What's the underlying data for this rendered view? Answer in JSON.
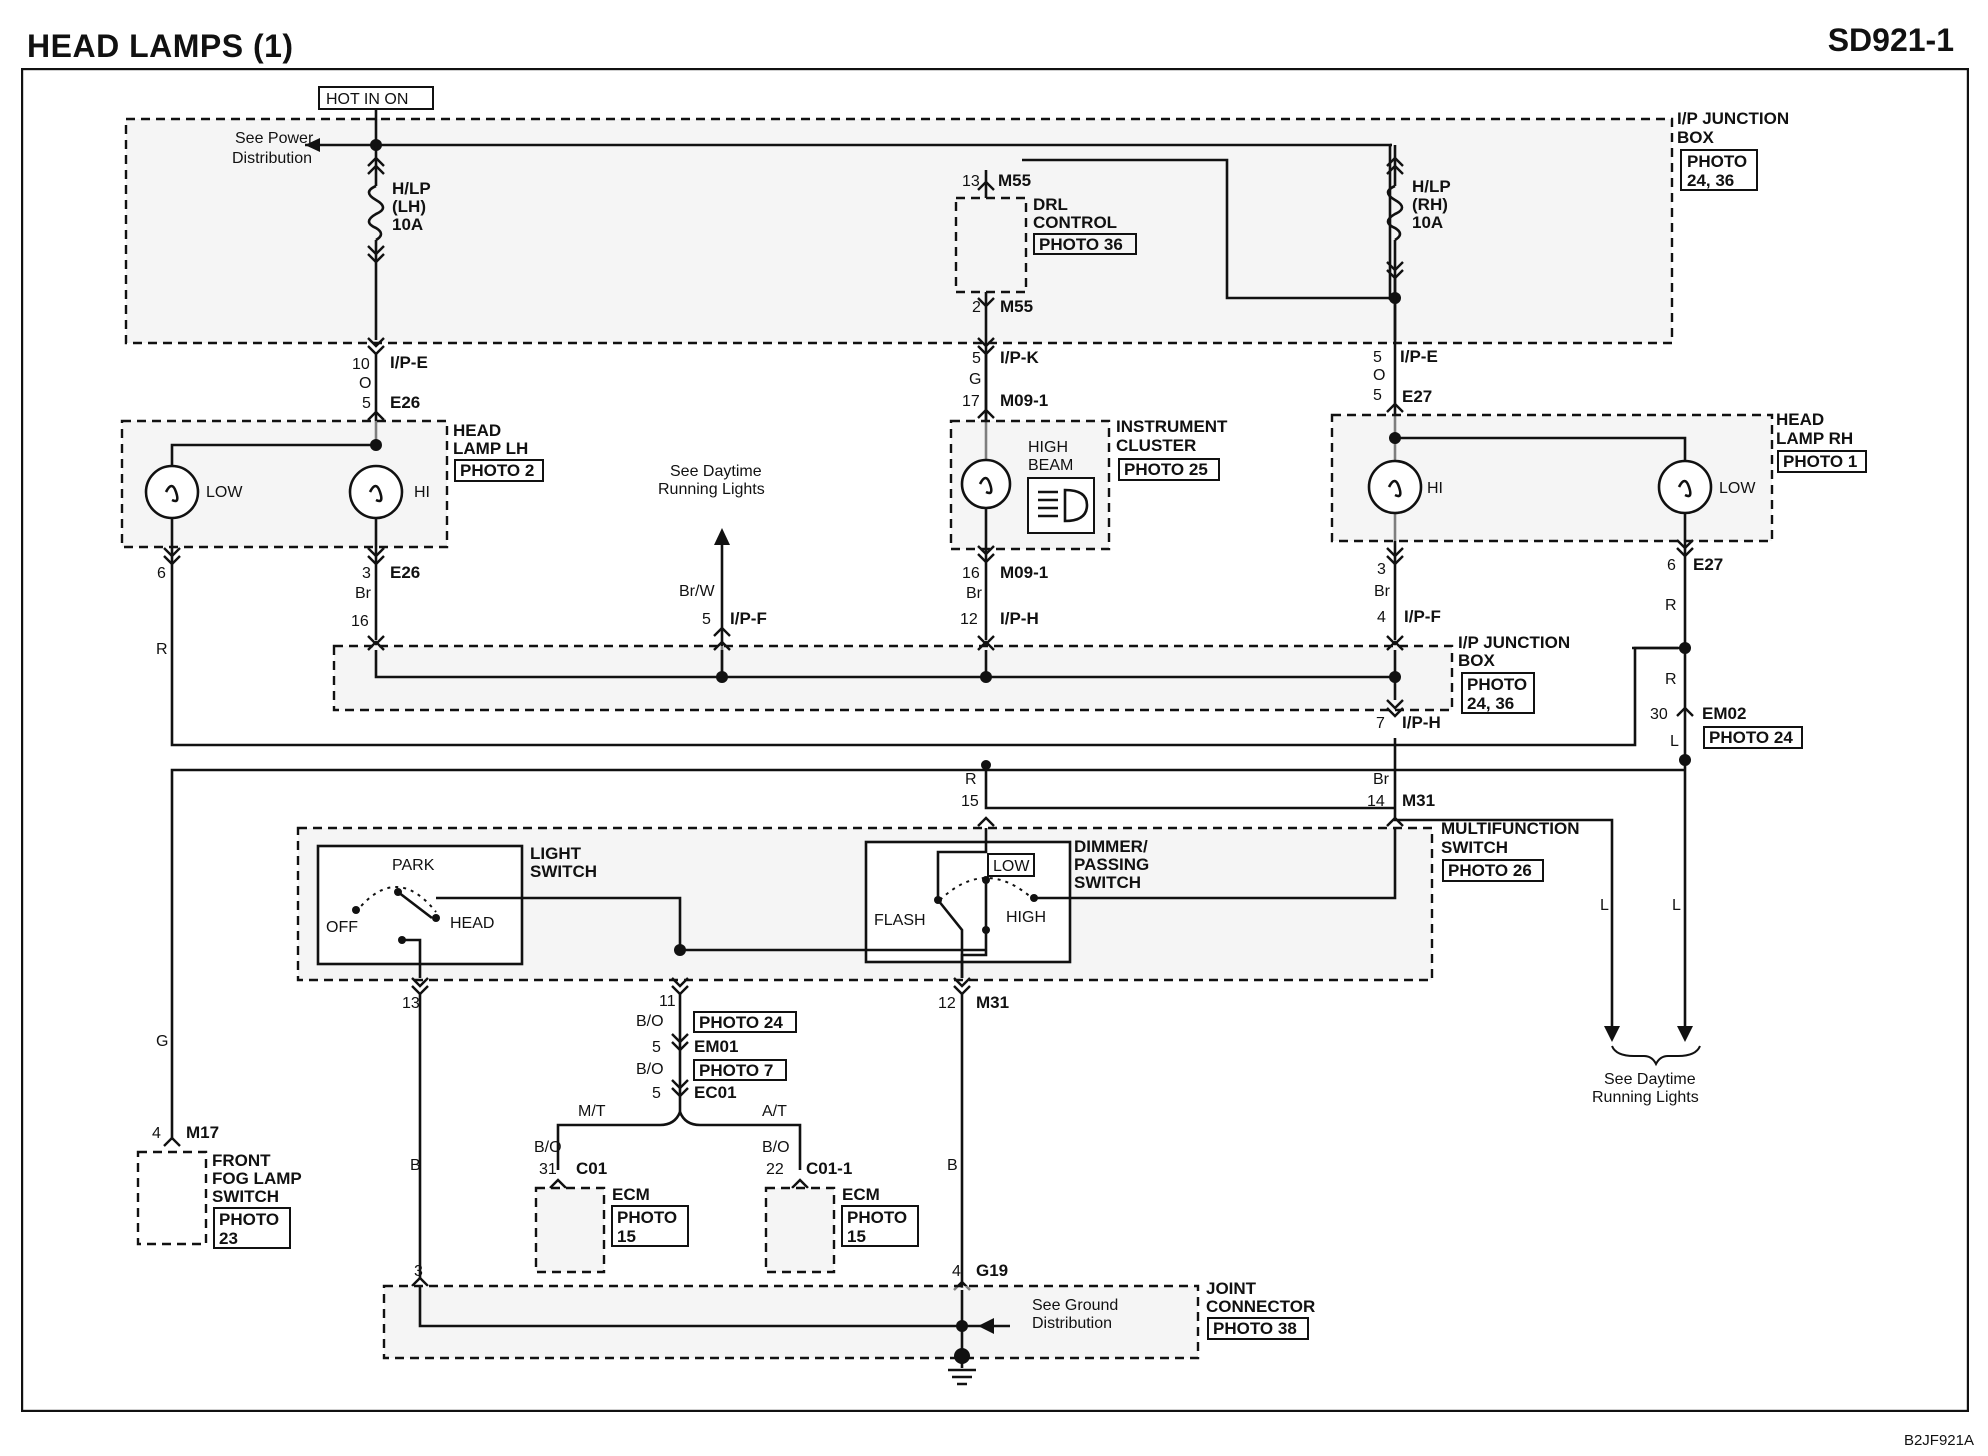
{
  "header": {
    "title": "HEAD LAMPS (1)",
    "code": "SD921-1"
  },
  "footer": {
    "diagram_id": "B2JF921A"
  },
  "power": {
    "hot": "HOT IN ON",
    "see_power_1": "See Power",
    "see_power_2": "Distribution"
  },
  "fuses": {
    "lh": [
      "H/LP",
      "(LH)",
      "10A"
    ],
    "rh": [
      "H/LP",
      "(RH)",
      "10A"
    ]
  },
  "ip_junction_top": {
    "l1": "I/P JUNCTION",
    "l2": "BOX",
    "photo1": "PHOTO",
    "photo2": "24, 36"
  },
  "drl": {
    "l1": "DRL",
    "l2": "CONTROL",
    "photo": "PHOTO 36",
    "pin_top": "13",
    "conn_top": "M55",
    "pin_bot": "2",
    "conn_bot": "M55"
  },
  "connectors": {
    "ipe_lh_pin": "10",
    "ipe_lh": "I/P-E",
    "wire_o_lh": "O",
    "e26_top_pin": "5",
    "e26_top": "E26",
    "ipk_pin": "5",
    "ipk": "I/P-K",
    "wire_g": "G",
    "m091_top_pin": "17",
    "m091_top": "M09-1",
    "ipe_rh_pin": "5",
    "ipe_rh": "I/P-E",
    "wire_o_rh": "O",
    "e27_top_pin": "5",
    "e27_top": "E27",
    "lh_low_pin": "6",
    "lh_hi_pin": "3",
    "e26_bot": "E26",
    "wire_br_lh": "Br",
    "ipf_lh_pin": "16",
    "wire_r_lh": "R",
    "m091_bot_pin": "16",
    "m091_bot": "M09-1",
    "wire_br_c": "Br",
    "iph_c_pin": "12",
    "iph_c": "I/P-H",
    "wire_brw": "Br/W",
    "ipf_c_pin": "5",
    "ipf_c": "I/P-F",
    "rh_hi_pin": "3",
    "wire_br_rh": "Br",
    "ipf_rh_pin": "4",
    "ipf_rh": "I/P-F",
    "rh_low_pin": "6",
    "e27_bot": "E27",
    "wire_r_rh1": "R",
    "wire_r_rh2": "R",
    "em02_pin": "30",
    "em02": "EM02",
    "wire_l_em02": "L",
    "em02_photo": "PHOTO 24",
    "iph_rh_pin": "7",
    "iph_rh": "I/P-H",
    "wire_r_m": "R",
    "m31_15": "15",
    "wire_br_m": "Br",
    "m31_14": "14",
    "m31": "M31",
    "wire_g_fog": "G",
    "m17_pin": "4",
    "m17": "M17",
    "ls_13": "13",
    "wire_b_ls": "B",
    "em01_11": "11",
    "wire_bo1": "B/O",
    "em01_photo": "PHOTO 24",
    "em01_pin": "5",
    "em01": "EM01",
    "wire_bo2": "B/O",
    "ec01_photo": "PHOTO 7",
    "ec01_pin": "5",
    "ec01": "EC01",
    "mt": "M/T",
    "at": "A/T",
    "c01_wire": "B/O",
    "c01_pin": "31",
    "c01": "C01",
    "c011_wire": "B/O",
    "c011_pin": "22",
    "c011": "C01-1",
    "m31_12": "12",
    "m31_bot": "M31",
    "wire_b_m31": "B",
    "g19_3": "3",
    "g19_4": "4",
    "g19": "G19",
    "wire_l_drl1": "L",
    "wire_l_drl2": "L"
  },
  "lamps": {
    "lh": {
      "l1": "HEAD",
      "l2": "LAMP LH",
      "photo": "PHOTO 2",
      "low": "LOW",
      "hi": "HI"
    },
    "rh": {
      "l1": "HEAD",
      "l2": "LAMP RH",
      "photo": "PHOTO 1",
      "low": "LOW",
      "hi": "HI"
    }
  },
  "cluster": {
    "l1": "INSTRUMENT",
    "l2": "CLUSTER",
    "photo": "PHOTO 25",
    "hb1": "HIGH",
    "hb2": "BEAM"
  },
  "daytime_top": {
    "l1": "See Daytime",
    "l2": "Running Lights"
  },
  "ip_junction_mid": {
    "l1": "I/P JUNCTION",
    "l2": "BOX",
    "photo1": "PHOTO",
    "photo2": "24, 36"
  },
  "multifunction": {
    "l1": "MULTIFUNCTION",
    "l2": "SWITCH",
    "photo": "PHOTO 26"
  },
  "light_switch": {
    "l1": "LIGHT",
    "l2": "SWITCH",
    "park": "PARK",
    "off": "OFF",
    "head": "HEAD"
  },
  "dimmer": {
    "l1": "DIMMER/",
    "l2": "PASSING",
    "l3": "SWITCH",
    "low": "LOW",
    "flash": "FLASH",
    "high": "HIGH"
  },
  "daytime_right": {
    "l1": "See Daytime",
    "l2": "Running Lights"
  },
  "fog": {
    "l1": "FRONT",
    "l2": "FOG LAMP",
    "l3": "SWITCH",
    "photo1": "PHOTO",
    "photo2": "23"
  },
  "ecm_mt": {
    "label": "ECM",
    "photo1": "PHOTO",
    "photo2": "15"
  },
  "ecm_at": {
    "label": "ECM",
    "photo1": "PHOTO",
    "photo2": "15"
  },
  "joint": {
    "l1": "JOINT",
    "l2": "CONNECTOR",
    "photo": "PHOTO 38",
    "see_ground1": "See Ground",
    "see_ground2": "Distribution"
  }
}
